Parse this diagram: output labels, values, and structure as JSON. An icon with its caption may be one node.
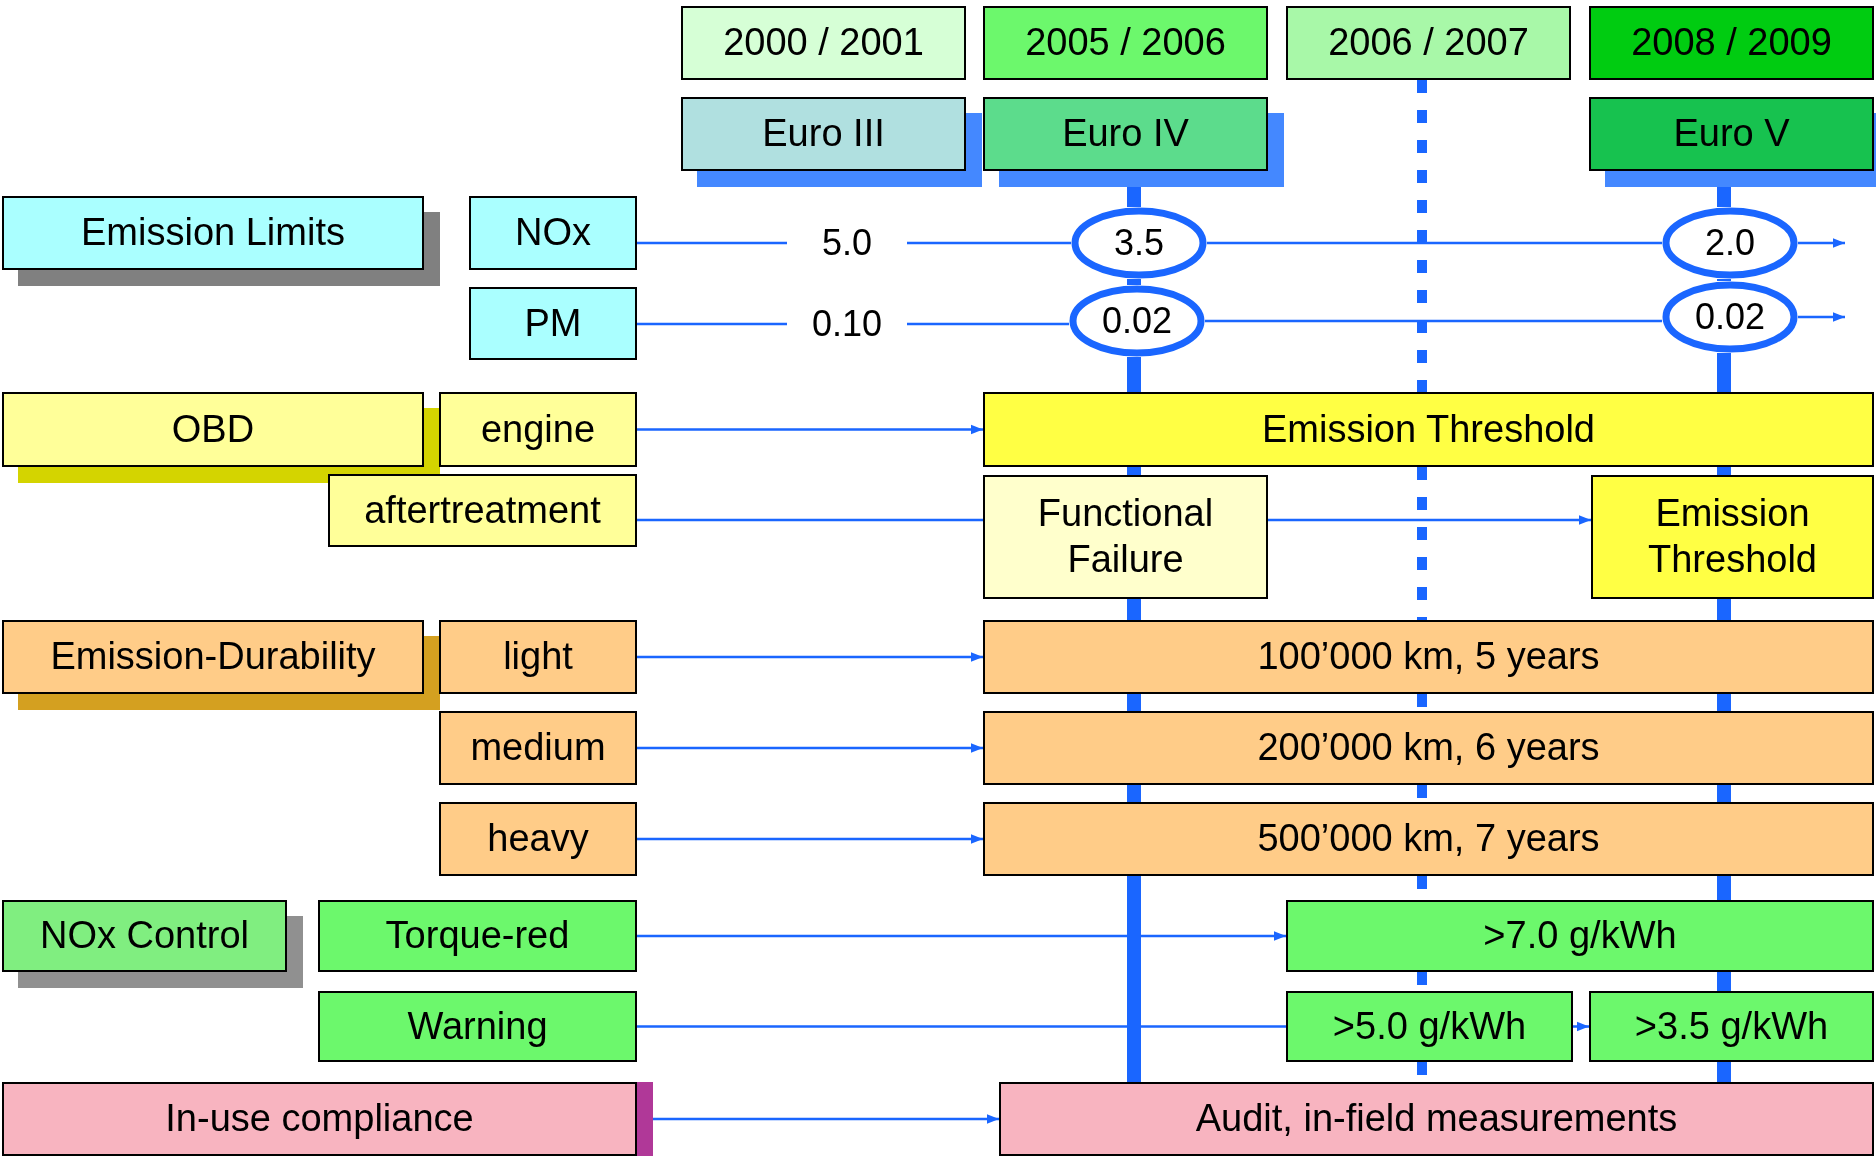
{
  "diagram": {
    "nodes": [
      {
        "text": [
          "2000 / 2001"
        ]
      },
      {
        "text": [
          "2005 / 2006"
        ]
      },
      {
        "text": [
          "2006 / 2007"
        ]
      },
      {
        "text": [
          "2008 / 2009"
        ]
      },
      {
        "text": [
          "Euro III"
        ]
      },
      {
        "text": [
          "Euro IV"
        ]
      },
      {
        "text": [
          "Euro V"
        ]
      },
      {
        "text": [
          "Emission Limits"
        ]
      },
      {
        "text": [
          "NOx"
        ]
      },
      {
        "text": [
          "5.0"
        ]
      },
      {
        "text": [
          "3.5"
        ]
      },
      {
        "text": [
          "2.0"
        ]
      },
      {
        "text": [
          "PM"
        ]
      },
      {
        "text": [
          "0.10"
        ]
      },
      {
        "text": [
          "0.02"
        ]
      },
      {
        "text": [
          "0.02"
        ]
      },
      {
        "text": [
          "OBD"
        ]
      },
      {
        "text": [
          "engine"
        ]
      },
      {
        "text": [
          "Emission Threshold"
        ]
      },
      {
        "text": [
          "aftertreatment"
        ]
      },
      {
        "text": [
          "Functional Failure"
        ]
      },
      {
        "text": [
          "Emission Threshold"
        ]
      },
      {
        "text": [
          "Emission-Durability"
        ]
      },
      {
        "text": [
          "light"
        ]
      },
      {
        "text": [
          "100’000 km, 5 years"
        ]
      },
      {
        "text": [
          "medium"
        ]
      },
      {
        "text": [
          "200’000 km, 6 years"
        ]
      },
      {
        "text": [
          "heavy"
        ]
      },
      {
        "text": [
          "500’000 km, 7 years"
        ]
      },
      {
        "text": [
          "NOx Control"
        ]
      },
      {
        "text": [
          "Torque-red"
        ]
      },
      {
        "text": [
          ">7.0 g/kWh"
        ]
      },
      {
        "text": [
          "Warning"
        ]
      },
      {
        "text": [
          ">5.0 g/kWh"
        ]
      },
      {
        "text": [
          ">3.5 g/kWh"
        ]
      },
      {
        "text": [
          "In-use compliance"
        ]
      },
      {
        "text": [
          "Audit, in-field measurements"
        ]
      }
    ],
    "edges": [
      {
        "from": 8,
        "to": 9,
        "arrow": "none"
      },
      {
        "from": 9,
        "to": 10,
        "arrow": "none"
      },
      {
        "from": 10,
        "to": 11,
        "arrow": "none"
      },
      {
        "from": 11,
        "to": null,
        "arrow": "to"
      },
      {
        "from": 12,
        "to": 13,
        "arrow": "none"
      },
      {
        "from": 13,
        "to": 14,
        "arrow": "none"
      },
      {
        "from": 14,
        "to": 15,
        "arrow": "none"
      },
      {
        "from": 15,
        "to": null,
        "arrow": "to"
      },
      {
        "from": 17,
        "to": 18,
        "arrow": "to"
      },
      {
        "from": 19,
        "to": 20,
        "arrow": "none"
      },
      {
        "from": 20,
        "to": 21,
        "arrow": "to"
      },
      {
        "from": 23,
        "to": 24,
        "arrow": "to"
      },
      {
        "from": 25,
        "to": 26,
        "arrow": "to"
      },
      {
        "from": 27,
        "to": 28,
        "arrow": "to"
      },
      {
        "from": 30,
        "to": 31,
        "arrow": "to"
      },
      {
        "from": 32,
        "to": 33,
        "arrow": "none"
      },
      {
        "from": 33,
        "to": 34,
        "arrow": "to"
      },
      {
        "from": 35,
        "to": 36,
        "arrow": "to"
      },
      {
        "from": 5,
        "to": 10,
        "arrow": "none",
        "style": "thick"
      },
      {
        "from": 10,
        "to": 14,
        "arrow": "none",
        "style": "thick"
      },
      {
        "from": 14,
        "to": 18,
        "arrow": "none",
        "style": "thick"
      },
      {
        "from": 18,
        "to": 20,
        "arrow": "none",
        "style": "thick"
      },
      {
        "from": 20,
        "to": 24,
        "arrow": "none",
        "style": "thick"
      },
      {
        "from": 24,
        "to": 26,
        "arrow": "none",
        "style": "thick"
      },
      {
        "from": 26,
        "to": 28,
        "arrow": "none",
        "style": "thick"
      },
      {
        "from": 28,
        "to": 36,
        "arrow": "none",
        "style": "thick"
      },
      {
        "from": 2,
        "to": 18,
        "arrow": "none",
        "style": "dashed"
      },
      {
        "from": 18,
        "to": 24,
        "arrow": "none",
        "style": "dashed"
      },
      {
        "from": 24,
        "to": 26,
        "arrow": "none",
        "style": "dashed"
      },
      {
        "from": 26,
        "to": 28,
        "arrow": "none",
        "style": "dashed"
      },
      {
        "from": 28,
        "to": 31,
        "arrow": "none",
        "style": "dashed"
      },
      {
        "from": 31,
        "to": 33,
        "arrow": "none",
        "style": "dashed"
      },
      {
        "from": 33,
        "to": 36,
        "arrow": "none",
        "style": "dashed"
      },
      {
        "from": 6,
        "to": 11,
        "arrow": "none",
        "style": "thick"
      },
      {
        "from": 11,
        "to": 15,
        "arrow": "none",
        "style": "thick"
      },
      {
        "from": 15,
        "to": 18,
        "arrow": "none",
        "style": "thick"
      },
      {
        "from": 18,
        "to": 21,
        "arrow": "none",
        "style": "thick"
      },
      {
        "from": 21,
        "to": 24,
        "arrow": "none",
        "style": "thick"
      },
      {
        "from": 24,
        "to": 26,
        "arrow": "none",
        "style": "thick"
      },
      {
        "from": 26,
        "to": 28,
        "arrow": "none",
        "style": "thick"
      },
      {
        "from": 28,
        "to": 31,
        "arrow": "none",
        "style": "thick"
      },
      {
        "from": 31,
        "to": 34,
        "arrow": "none",
        "style": "thick"
      },
      {
        "from": 34,
        "to": 36,
        "arrow": "none",
        "style": "thick"
      }
    ]
  }
}
